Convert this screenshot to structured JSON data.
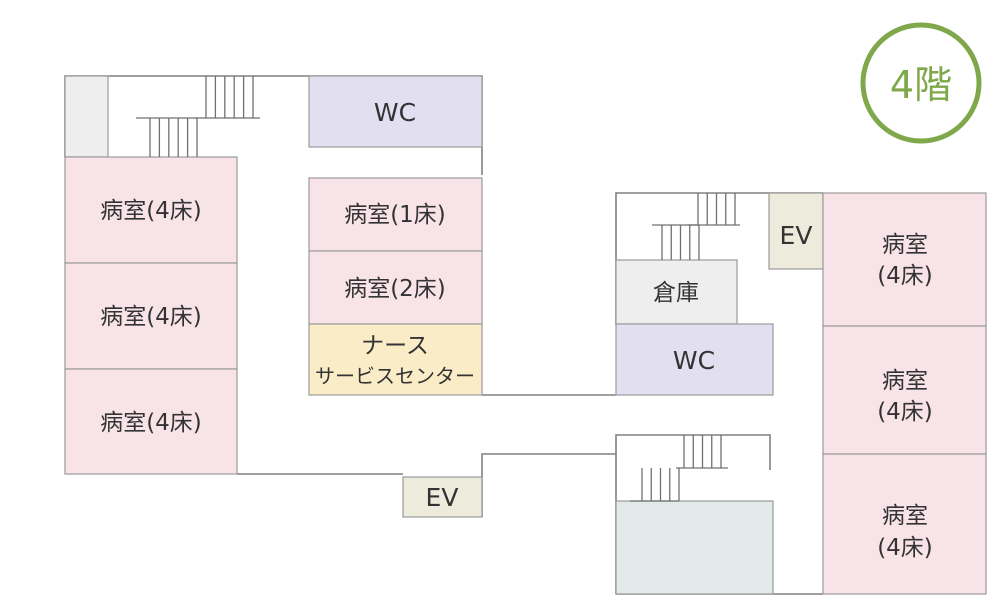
{
  "colors": {
    "patient_room": "#f8e4e8",
    "wc": "#e2e0f0",
    "nurse_station": "#fbecc8",
    "ev": "#ecebdc",
    "storage": "#eeeeee",
    "gray_block": "#eeeeee",
    "teal_block": "#e1e9e9",
    "wall": "#808080",
    "room_border": "#9a9a9a",
    "accent_green": "#7fa84a",
    "text": "#333333"
  },
  "floor": {
    "label": "4階",
    "icon": "floor-badge-circle"
  },
  "rooms": {
    "left_room_1": "病室(4床)",
    "left_room_2": "病室(4床)",
    "left_room_3": "病室(4床)",
    "center_wc": "WC",
    "center_room_1bed": "病室(1床)",
    "center_room_2bed": "病室(2床)",
    "nurse_station_line1": "ナース",
    "nurse_station_line2": "サービスセンター",
    "ev_bottom": "EV",
    "storage": "倉庫",
    "right_wc": "WC",
    "ev_right": "EV",
    "right_room_1_line1": "病室",
    "right_room_1_line2": "(4床)",
    "right_room_2_line1": "病室",
    "right_room_2_line2": "(4床)",
    "right_room_3_line1": "病室",
    "right_room_3_line2": "(4床)"
  },
  "icons": {
    "stairs": "stairs-icon"
  }
}
